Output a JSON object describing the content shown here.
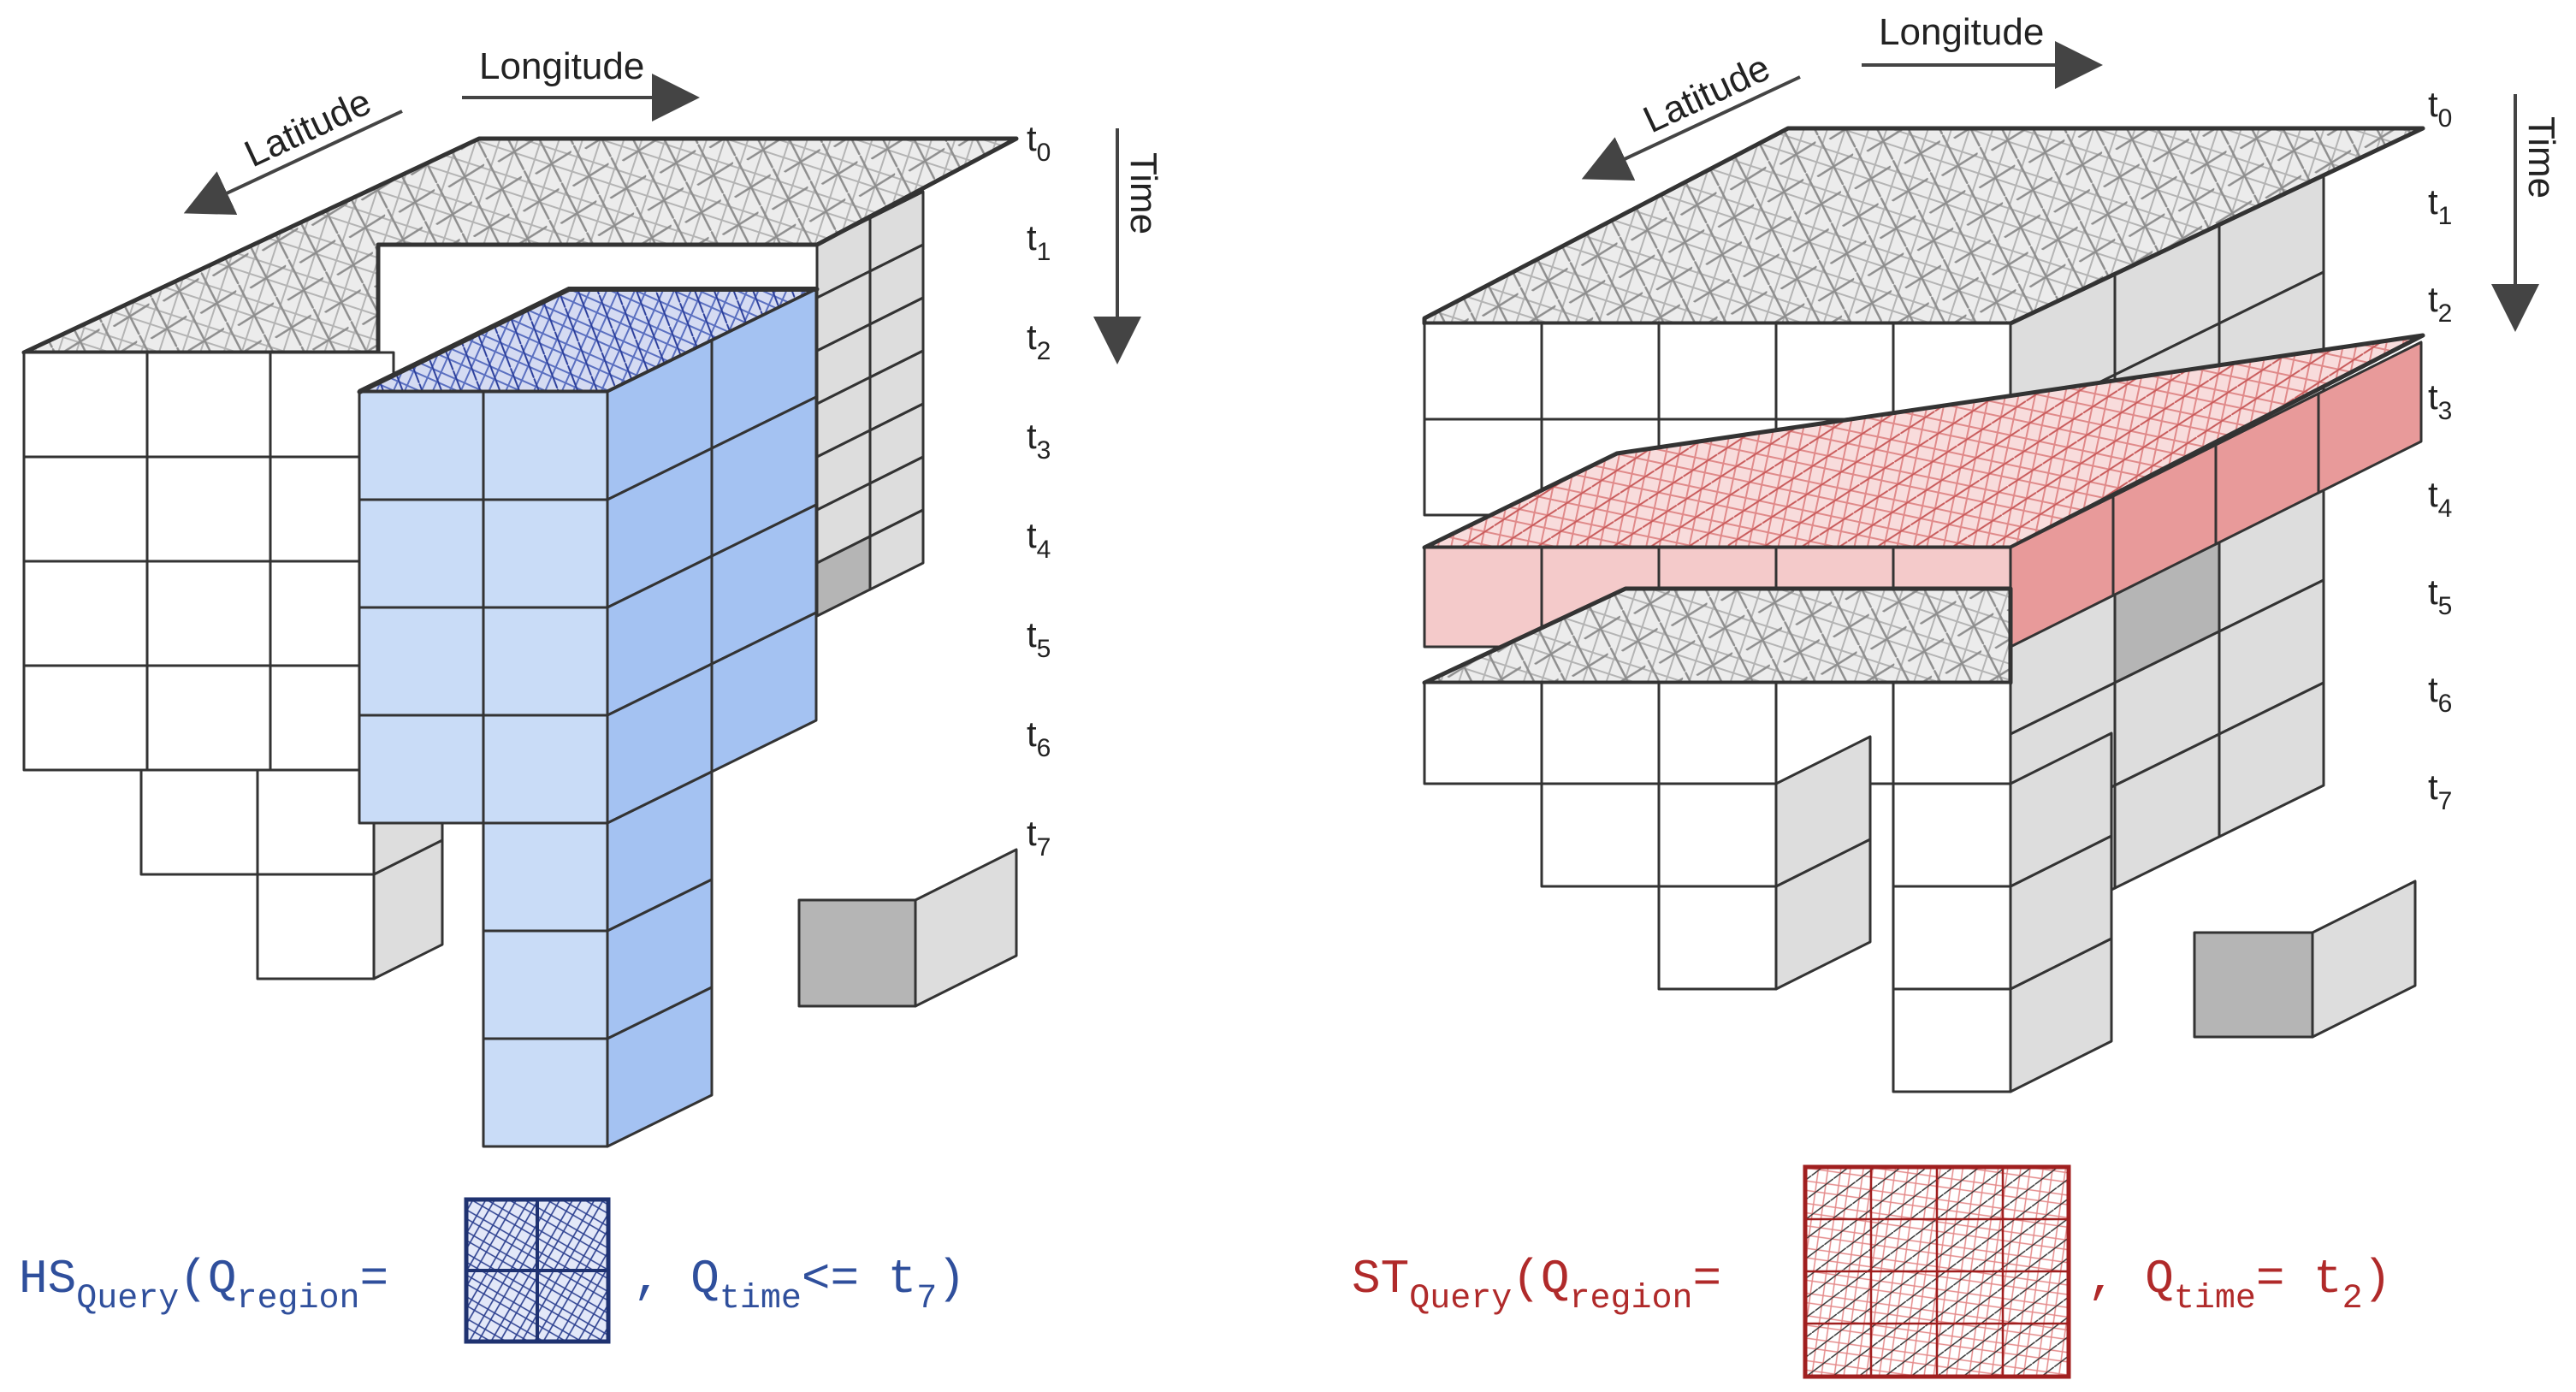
{
  "colors": {
    "hs_accent": "#2f4f9c",
    "hs_front": "#c9dcf7",
    "hs_side": "#a4c2f2",
    "st_accent": "#b02a2a",
    "st_front": "#f4caca",
    "st_side": "#e89a9a",
    "side_gray": "#dddddd",
    "dark_gray": "#b5b5b5",
    "map_top": "#ececec",
    "edge": "#333333"
  },
  "left_figure": {
    "axes": {
      "longitude": "Longitude",
      "latitude": "Latitude",
      "time": "Time"
    },
    "time_ticks": [
      {
        "base": "t",
        "sub": "0"
      },
      {
        "base": "t",
        "sub": "1"
      },
      {
        "base": "t",
        "sub": "2"
      },
      {
        "base": "t",
        "sub": "3"
      },
      {
        "base": "t",
        "sub": "4"
      },
      {
        "base": "t",
        "sub": "5"
      },
      {
        "base": "t",
        "sub": "6"
      },
      {
        "base": "t",
        "sub": "7"
      }
    ],
    "query": {
      "name": "HS",
      "name_sub": "Query",
      "open": "(Q",
      "region_sub": "region",
      "eq": "=",
      "sep": " ,  Q",
      "time_sub": "time",
      "op": "<= t",
      "t_sub": "7",
      "close": ")",
      "icon": "map-region-icon"
    }
  },
  "right_figure": {
    "axes": {
      "longitude": "Longitude",
      "latitude": "Latitude",
      "time": "Time"
    },
    "time_ticks": [
      {
        "base": "t",
        "sub": "0"
      },
      {
        "base": "t",
        "sub": "1"
      },
      {
        "base": "t",
        "sub": "2"
      },
      {
        "base": "t",
        "sub": "3"
      },
      {
        "base": "t",
        "sub": "4"
      },
      {
        "base": "t",
        "sub": "5"
      },
      {
        "base": "t",
        "sub": "6"
      },
      {
        "base": "t",
        "sub": "7"
      }
    ],
    "query": {
      "name": "ST",
      "name_sub": "Query",
      "open": "(Q",
      "region_sub": "region",
      "eq": "=",
      "sep": " ,  Q",
      "time_sub": "time",
      "op": "= t",
      "t_sub": "2",
      "close": ")",
      "icon": "map-region-icon"
    }
  }
}
